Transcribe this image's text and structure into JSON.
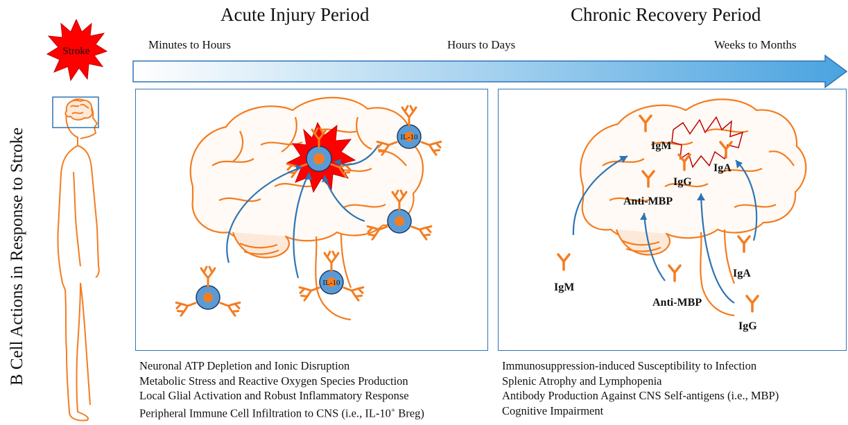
{
  "side_title": "B Cell Actions in Response to Stroke",
  "stroke_label": "Stroke",
  "periods": {
    "acute": "Acute Injury Period",
    "chronic": "Chronic Recovery Period"
  },
  "timeline": {
    "start": "Minutes to Hours",
    "middle": "Hours to Days",
    "end": "Weeks to Months"
  },
  "acute_panel": {
    "il10_labels": [
      "IL-10",
      "IL-10"
    ],
    "bullets": [
      "Neuronal ATP Depletion and Ionic Disruption",
      "Metabolic Stress and Reactive Oxygen Species Production",
      "Local Glial Activation and Robust Inflammatory Response"
    ],
    "last_bullet_pre": "Peripheral Immune Cell Infiltration to CNS (i.e., IL-10",
    "last_bullet_sup": "+",
    "last_bullet_post": " Breg)"
  },
  "chronic_panel": {
    "brain_labels": {
      "igm": "IgM",
      "igg": "IgG",
      "iga": "IgA",
      "anti_mbp": "Anti-MBP"
    },
    "periphery_labels": {
      "igm": "IgM",
      "anti_mbp": "Anti-MBP",
      "iga": "IgA",
      "igg": "IgG"
    },
    "bullets": [
      "Immunosuppression-induced Susceptibility to Infection",
      "Splenic Atrophy and Lymphopenia",
      "Antibody Production Against CNS Self-antigens (i.e., MBP)",
      "Cognitive Impairment"
    ]
  },
  "colors": {
    "orange": "#f47c20",
    "blue_border": "#2e74b5",
    "cell_blue": "#5b9bd5",
    "stroke_red": "#ff0000",
    "arrow_gradient_end": "#4aa3df"
  }
}
